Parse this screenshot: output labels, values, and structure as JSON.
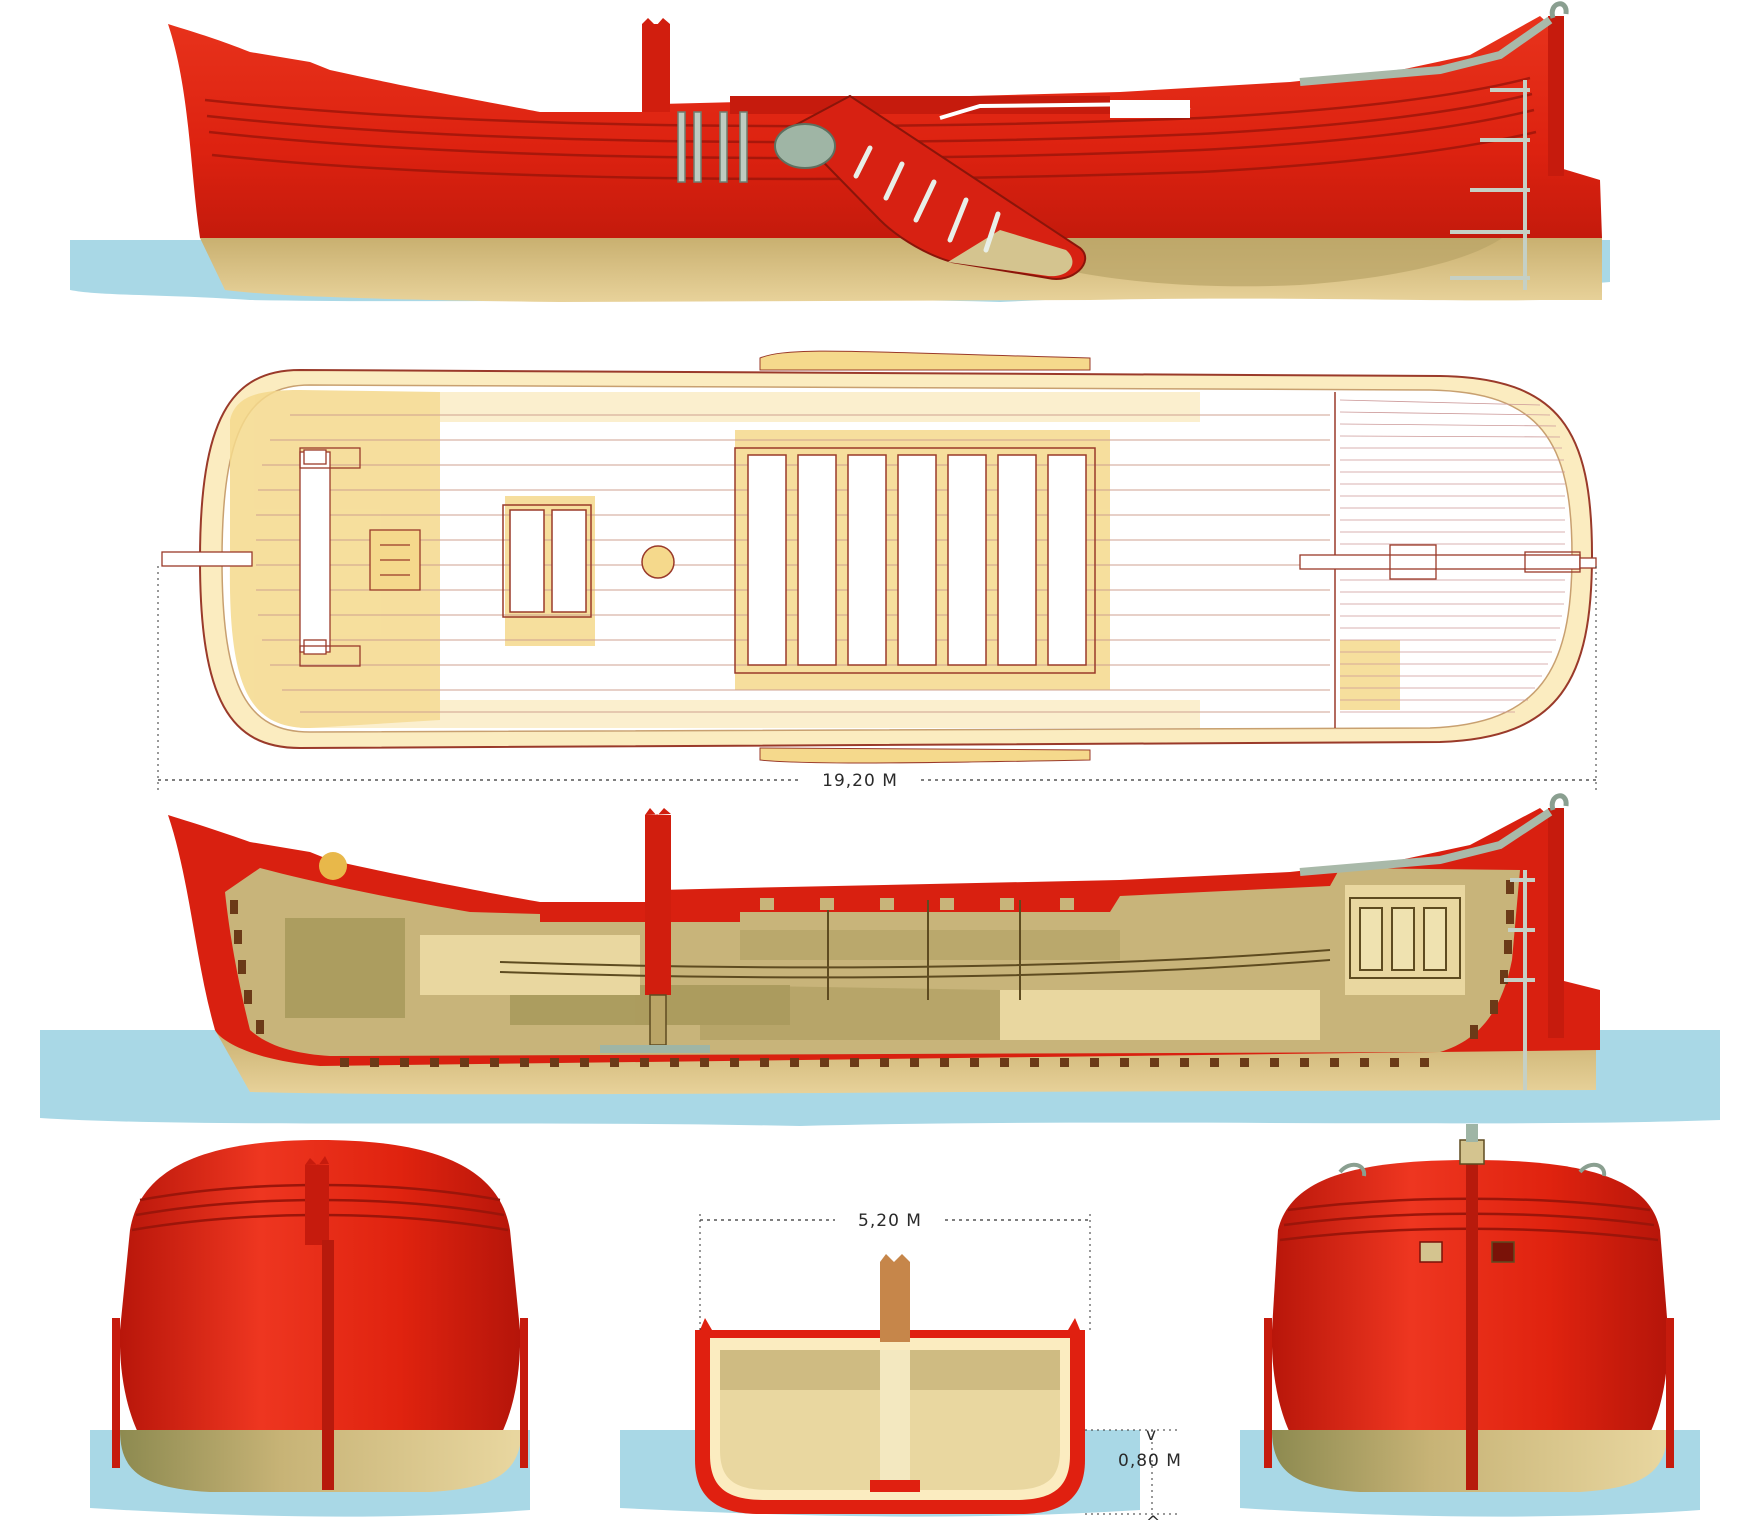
{
  "dimensions": {
    "length": "19,20 M",
    "beam": "5,20 M",
    "draught": "0,80 M"
  },
  "colors": {
    "hull_red": "#e02010",
    "hull_dark_red": "#b01408",
    "below_water": "#d9c08a",
    "below_water_shadow": "#a89860",
    "water": "#a9d8e6",
    "deck": "#fff6da",
    "deck_yellow": "#f5d98c",
    "interior": "#c8b47a",
    "interior_dark": "#a99a5c",
    "iron": "#9fb5a5",
    "outline": "#8a1b10"
  },
  "views": [
    "side-elevation",
    "deck-plan",
    "longitudinal-section",
    "stern-view",
    "midship-section",
    "bow-view"
  ]
}
